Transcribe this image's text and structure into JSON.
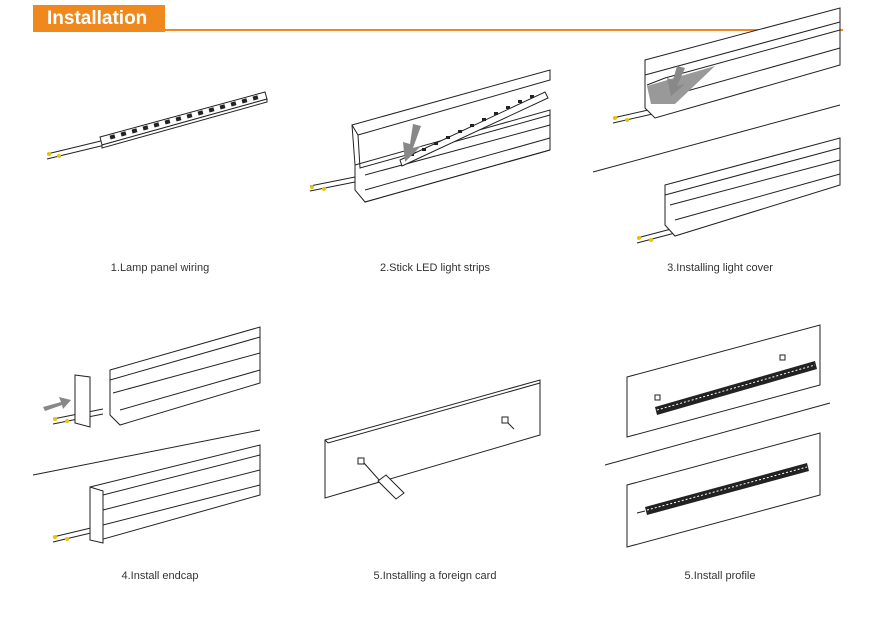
{
  "header": {
    "title": "Installation",
    "accent_color": "#f0891d"
  },
  "steps": [
    {
      "caption": "1.Lamp panel wiring",
      "illustration": "led-strip-wiring"
    },
    {
      "caption": "2.Stick LED light strips",
      "illustration": "stick-strip-into-profile"
    },
    {
      "caption": "3.Installing light cover",
      "illustration": "install-cover"
    },
    {
      "caption": "4.Install endcap",
      "illustration": "install-endcap"
    },
    {
      "caption": "5.Installing a foreign card",
      "illustration": "install-clip"
    },
    {
      "caption": "5.Install profile",
      "illustration": "mount-profile"
    }
  ]
}
